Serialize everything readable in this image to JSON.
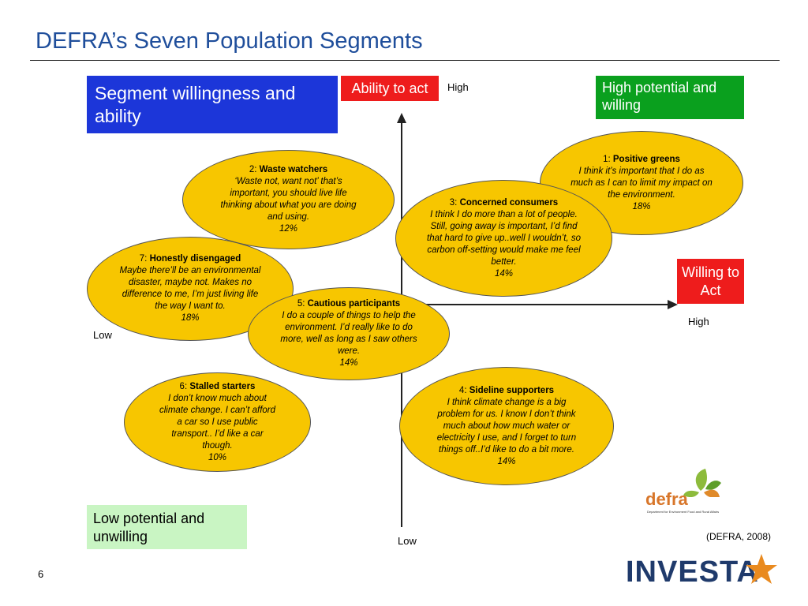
{
  "slide": {
    "title": "DEFRA’s Seven Population Segments",
    "page_number": "6",
    "citation": "(DEFRA, 2008)"
  },
  "diagram": {
    "heading": "Segment willingness and ability",
    "y_axis_label": "Ability to act",
    "x_axis_label": "Willing to Act",
    "y_high": "High",
    "y_low": "Low",
    "x_high": "High",
    "x_low": "Low",
    "quadrant_top_right": "High potential and willing",
    "quadrant_bottom_left": "Low potential and unwilling",
    "colors": {
      "heading_box": "#1c36d9",
      "red_box": "#ee1c1c",
      "green_box": "#0aa01e",
      "low_box": "#c9f5c3",
      "ellipse_fill": "#f7c600"
    },
    "segments": [
      {
        "num": "1:",
        "name": "Positive greens",
        "quote": "I think it’s important that I do as much as I can to limit my impact on the environment.",
        "share": "18%"
      },
      {
        "num": "2:",
        "name": "Waste watchers",
        "quote": "‘Waste not, want not’ that’s important, you should live life thinking about what you are doing and using.",
        "share": "12%"
      },
      {
        "num": "3:",
        "name": "Concerned consumers",
        "quote": "I think I do more than a lot of people. Still, going away is important, I’d find that hard to give up..well I wouldn’t, so carbon off-setting would make me feel better.",
        "share": "14%"
      },
      {
        "num": "4:",
        "name": "Sideline supporters",
        "quote": "I think climate change is a big problem for us.  I know I don’t think much about how much water or electricity I use, and I forget to turn things off..I’d like to do a bit more.",
        "share": "14%"
      },
      {
        "num": "5:",
        "name": "Cautious participants",
        "quote": "I do a couple of things to help the environment. I’d really like to do more, well as long as I saw others were.",
        "share": "14%"
      },
      {
        "num": "6:",
        "name": "Stalled starters",
        "quote": "I don’t know much about climate change. I can’t afford a car so I use public transport.. I’d like a car though.",
        "share": "10%"
      },
      {
        "num": "7:",
        "name": "Honestly disengaged",
        "quote": "Maybe there’ll be an environmental disaster, maybe not. Makes no difference to me, I’m just living life the way I want to.",
        "share": "18%"
      }
    ]
  },
  "logos": {
    "defra_word": "defra",
    "defra_sub": "Department for Environment Food and Rural Affairs",
    "investa": "INVESTA",
    "brand_color": "#1f3a6b"
  }
}
